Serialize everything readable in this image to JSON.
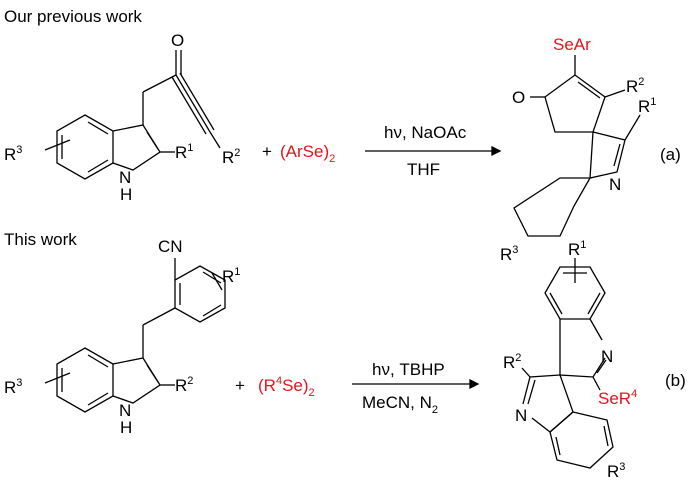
{
  "sections": {
    "previous": "Our previous work",
    "this": "This work"
  },
  "reaction_a": {
    "reactant": {
      "o": "O",
      "r3": "R",
      "r3_sup": "3",
      "r1": "R",
      "r1_sup": "1",
      "r2": "R",
      "r2_sup": "2",
      "nh_n": "N",
      "nh_h": "H"
    },
    "plus": "+",
    "reagent": "(ArSe)",
    "reagent_sub": "2",
    "conditions_top": "hν, NaOAc",
    "conditions_bottom": "THF",
    "product": {
      "sear": "SeAr",
      "o": "O",
      "r2": "R",
      "r2_sup": "2",
      "r1": "R",
      "r1_sup": "1",
      "n": "N",
      "r3": "R",
      "r3_sup": "3"
    },
    "label": "(a)"
  },
  "reaction_b": {
    "reactant": {
      "cn": "CN",
      "r1": "R",
      "r1_sup": "1",
      "r3": "R",
      "r3_sup": "3",
      "r2": "R",
      "r2_sup": "2",
      "nh_n": "N",
      "nh_h": "H"
    },
    "plus": "+",
    "reagent": "(R",
    "reagent_sup": "4",
    "reagent_mid": "Se)",
    "reagent_sub": "2",
    "conditions_top": "hν, TBHP",
    "conditions_bottom": "MeCN, N",
    "conditions_bottom_sub": "2",
    "product": {
      "r1": "R",
      "r1_sup": "1",
      "n_ring": "N",
      "r2": "R",
      "r2_sup": "2",
      "ser": "SeR",
      "ser_sup": "4",
      "n": "N",
      "r3": "R",
      "r3_sup": "3"
    },
    "label": "(b)"
  },
  "colors": {
    "highlight": "#e8131b"
  }
}
